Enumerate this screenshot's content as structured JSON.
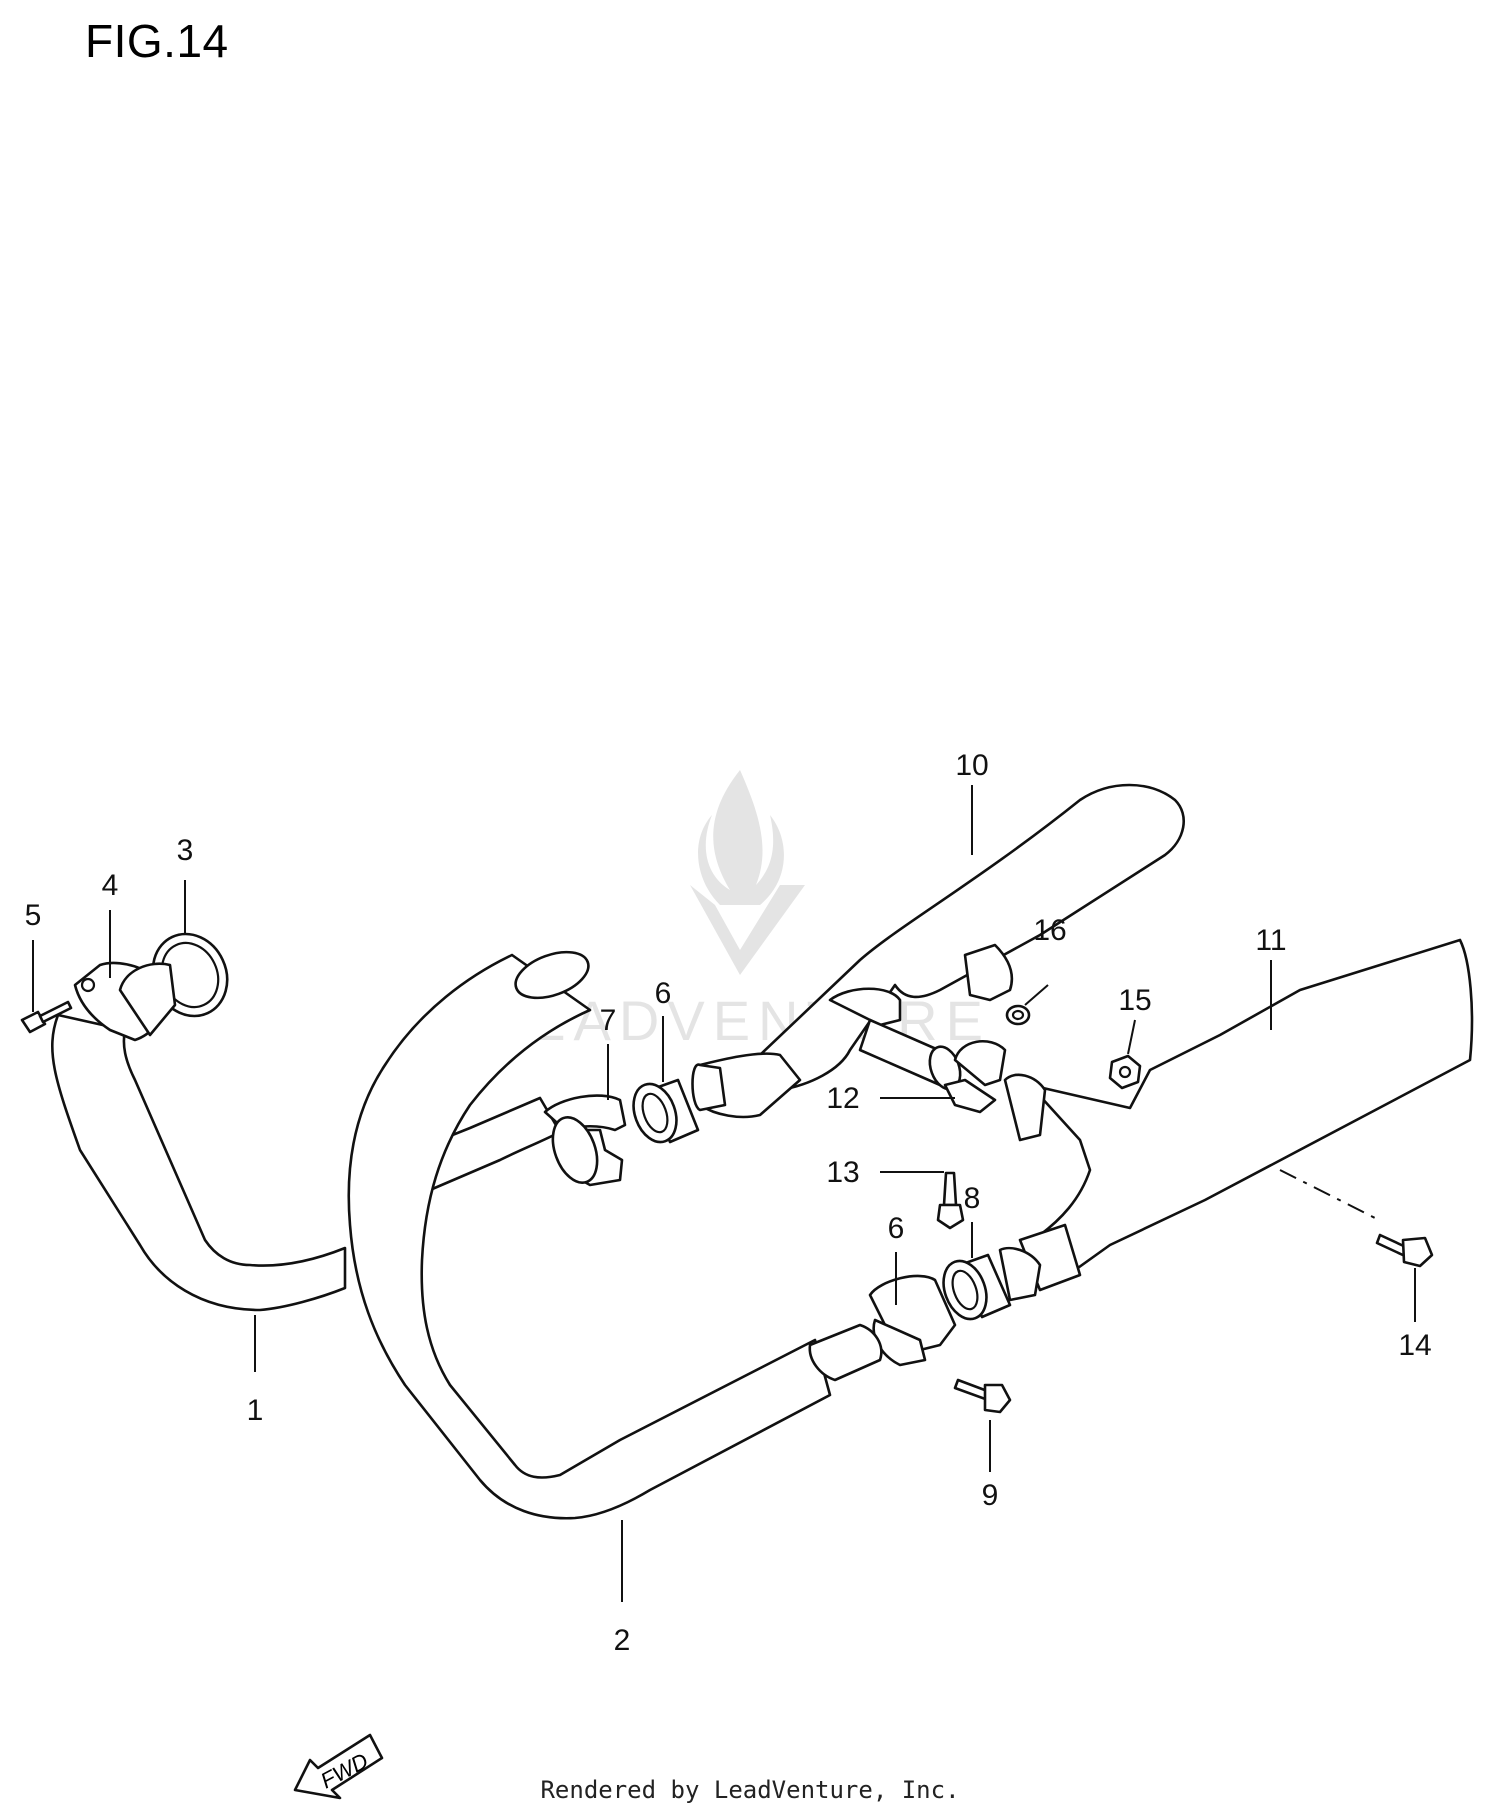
{
  "figure": {
    "title": "FIG.14"
  },
  "watermark": {
    "text": "LEADVENTURE"
  },
  "fwd_arrow": {
    "label": "FWD"
  },
  "footer": {
    "text": "Rendered by LeadVenture, Inc."
  },
  "callouts": [
    "1",
    "2",
    "3",
    "4",
    "5",
    "6",
    "6",
    "7",
    "8",
    "9",
    "10",
    "11",
    "12",
    "13",
    "14",
    "15",
    "16"
  ]
}
